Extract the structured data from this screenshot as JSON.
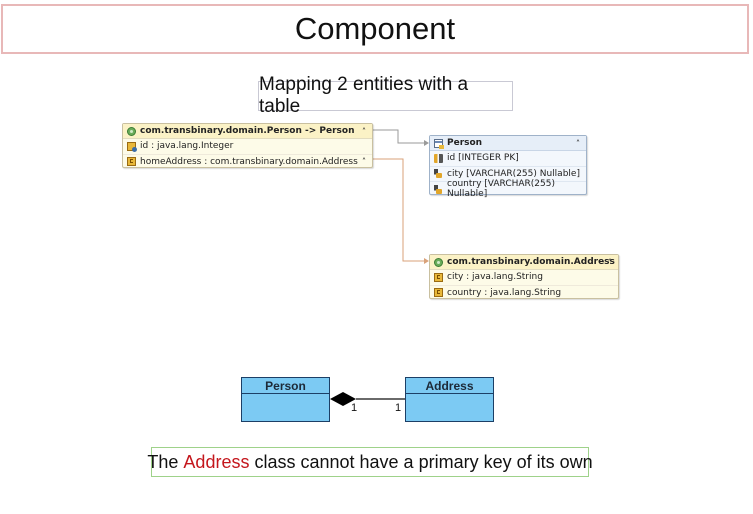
{
  "title": "Component",
  "subtitle": "Mapping 2 entities with a table",
  "colors": {
    "title_border": "#e8b8b8",
    "note_border": "#9fd28a",
    "highlight": "#c4161c",
    "uml_fill": "#7ccaf3"
  },
  "mapping_diagram": {
    "person_entity": {
      "header": "com.transbinary.domain.Person -> Person",
      "icon": "class-icon",
      "rows": [
        {
          "icon": "id-property-icon",
          "label": "id : java.lang.Integer"
        },
        {
          "icon": "property-icon",
          "label": "homeAddress : com.transbinary.domain.Address"
        }
      ]
    },
    "person_table": {
      "header": "Person",
      "icon": "table-icon",
      "rows": [
        {
          "icon": "primary-key-icon",
          "label": "id [INTEGER PK]"
        },
        {
          "icon": "column-icon",
          "label": "city [VARCHAR(255) Nullable]"
        },
        {
          "icon": "column-icon",
          "label": "country [VARCHAR(255) Nullable]"
        }
      ]
    },
    "address_entity": {
      "header": "com.transbinary.domain.Address",
      "icon": "class-icon",
      "rows": [
        {
          "icon": "property-icon",
          "label": "city : java.lang.String"
        },
        {
          "icon": "property-icon",
          "label": "country : java.lang.String"
        }
      ]
    },
    "collapse_glyph": "˄"
  },
  "uml": {
    "left_class": "Person",
    "right_class": "Address",
    "relationship": "composition",
    "left_multiplicity": "1",
    "right_multiplicity": "1"
  },
  "note": {
    "prefix": "The ",
    "highlight": "Address",
    "suffix": " class cannot have a primary key of its own"
  }
}
